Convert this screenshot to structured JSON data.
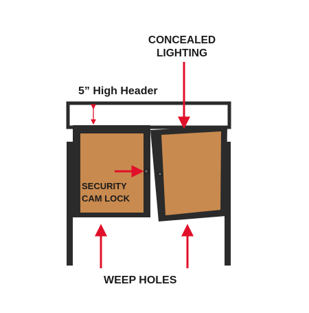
{
  "callouts": {
    "concealed_lighting_line1": "CONCEALED",
    "concealed_lighting_line2": "LIGHTING",
    "header": "5” High Header",
    "security_line1": "SECURITY",
    "security_line2": "CAM LOCK",
    "weep_holes": "WEEP HOLES"
  },
  "colors": {
    "frame": "#2b2b2b",
    "cork": "#c98a4f",
    "arrow": "#e0102a",
    "text": "#1a1a1a"
  },
  "icons": {
    "arrow": "red-arrow-icon",
    "lock": "cam-lock-icon"
  }
}
